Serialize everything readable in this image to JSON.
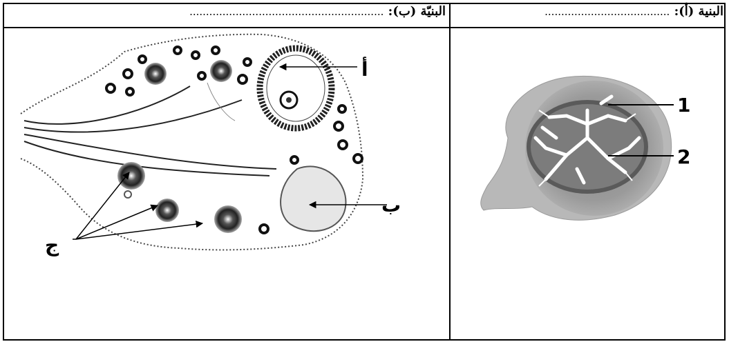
{
  "headers": {
    "structure_a": {
      "label": "البنية (أ):",
      "dots": "......................................"
    },
    "structure_b": {
      "label": "البنيّة (ب):",
      "dots": "..........................................................."
    }
  },
  "structure_a_labels": {
    "one": "1",
    "two": "2"
  },
  "structure_b_labels": {
    "alef": "أ",
    "ba": "ب",
    "jim": "ج"
  }
}
